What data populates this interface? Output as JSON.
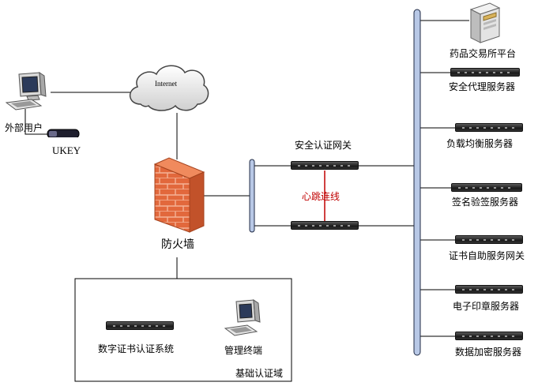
{
  "labels": {
    "external_user": "外部用户",
    "ukey": "UKEY",
    "internet": "Internet",
    "firewall": "防火墙",
    "gateway": "安全认证网关",
    "heartbeat": "心跳连线",
    "platform": "药品交易所平台",
    "proxy": "安全代理服务器",
    "load_balance": "负载均衡服务器",
    "signature": "签名验签服务器",
    "cert_self_service": "证书自助服务网关",
    "seal": "电子印章服务器",
    "encryption": "数据加密服务器",
    "cert_system": "数字证书认证系统",
    "mgmt_terminal": "管理终端",
    "domain": "基础认证域"
  },
  "colors": {
    "line": "#000000",
    "bus_line": "#1f2a44",
    "bus_fill": "#b8c8e6",
    "heartbeat": "#c00000",
    "firewall": "#e2683c"
  },
  "icons": {
    "computer": "computer-icon",
    "ukey": "usb-key-icon",
    "cloud": "internet-cloud-icon",
    "firewall": "firewall-icon",
    "server": "tower-server-icon",
    "rack": "rack-server-icon"
  }
}
